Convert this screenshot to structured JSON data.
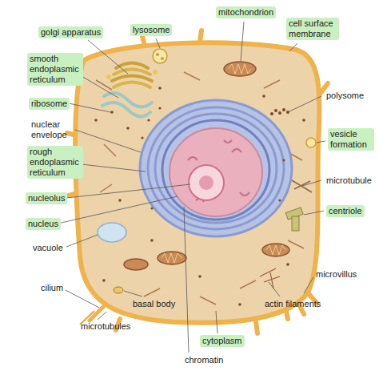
{
  "diagram": {
    "labels": [
      "golgi apparatus",
      "lysosome",
      "mitochondrion",
      "cell surface membrane",
      "smooth endoplasmic reticulum",
      "ribosome",
      "polysome",
      "nuclear envelope",
      "rough endoplasmic reticulum",
      "vesicle formation",
      "microtubule",
      "nucleolus",
      "centriole",
      "nucleus",
      "vacuole",
      "microvillus",
      "cilium",
      "basal body",
      "actin filaments",
      "microtubules",
      "cytoplasm",
      "chromatin"
    ]
  }
}
